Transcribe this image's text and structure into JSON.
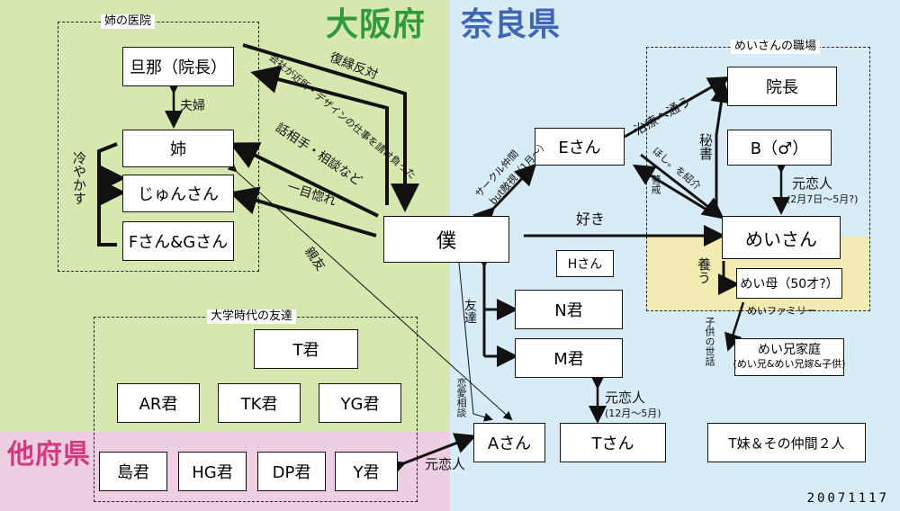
{
  "regions": {
    "osaka": "大阪府",
    "nara": "奈良県",
    "other": "他府県"
  },
  "groups": {
    "clinic": "姉の医院",
    "workplace": "めいさんの職場",
    "university": "大学時代の友達",
    "mei_family": "めいファミリー"
  },
  "nodes": {
    "husband": "旦那（院長）",
    "sister": "姉",
    "jun": "じゅんさん",
    "fg": "Fさん&Gさん",
    "me": "僕",
    "e": "Eさん",
    "h": "Hさん",
    "n": "N君",
    "m": "M君",
    "a": "Aさん",
    "t_san": "Tさん",
    "t_sister": "T妹＆その仲間２人",
    "director": "院長",
    "b": "B（♂）",
    "mei": "めいさん",
    "mei_mother": "めい母（50才?）",
    "mei_brother_l1": "めい兄家庭",
    "mei_brother_l2": "(めい兄&めい兄嫁&子供)",
    "t_kun": "T君",
    "ar": "AR君",
    "tk": "TK君",
    "yg": "YG君",
    "shima": "島君",
    "hg": "HG君",
    "dp": "DP君",
    "y": "Y君"
  },
  "labels": {
    "fuufu": "夫婦",
    "hiyakasu": "冷やかす",
    "fukuen": "復縁反対",
    "kaisha": "会社が近所・デザインの仕事を請け負った",
    "hanashi": "話相手・相談など",
    "hitome": "一目惚れ",
    "shinyuu": "親友",
    "circle": "サークル仲間",
    "circle_sub": "but敵視（1月～）",
    "chiryou": "治療へ通う",
    "hoshi": "ほし。を紹介",
    "keikai": "警戒",
    "hisho": "秘書",
    "suki": "好き",
    "moto_b": "元恋人",
    "moto_b_date": "(2月7日～5月?)",
    "yashinau": "養う",
    "kodomo": "子供の世話",
    "tomodachi": "友達",
    "renai": "恋愛相談",
    "moto_t": "元恋人",
    "moto_t_date": "(12月～5月)",
    "moto_y": "元恋人"
  },
  "date": "20071117"
}
